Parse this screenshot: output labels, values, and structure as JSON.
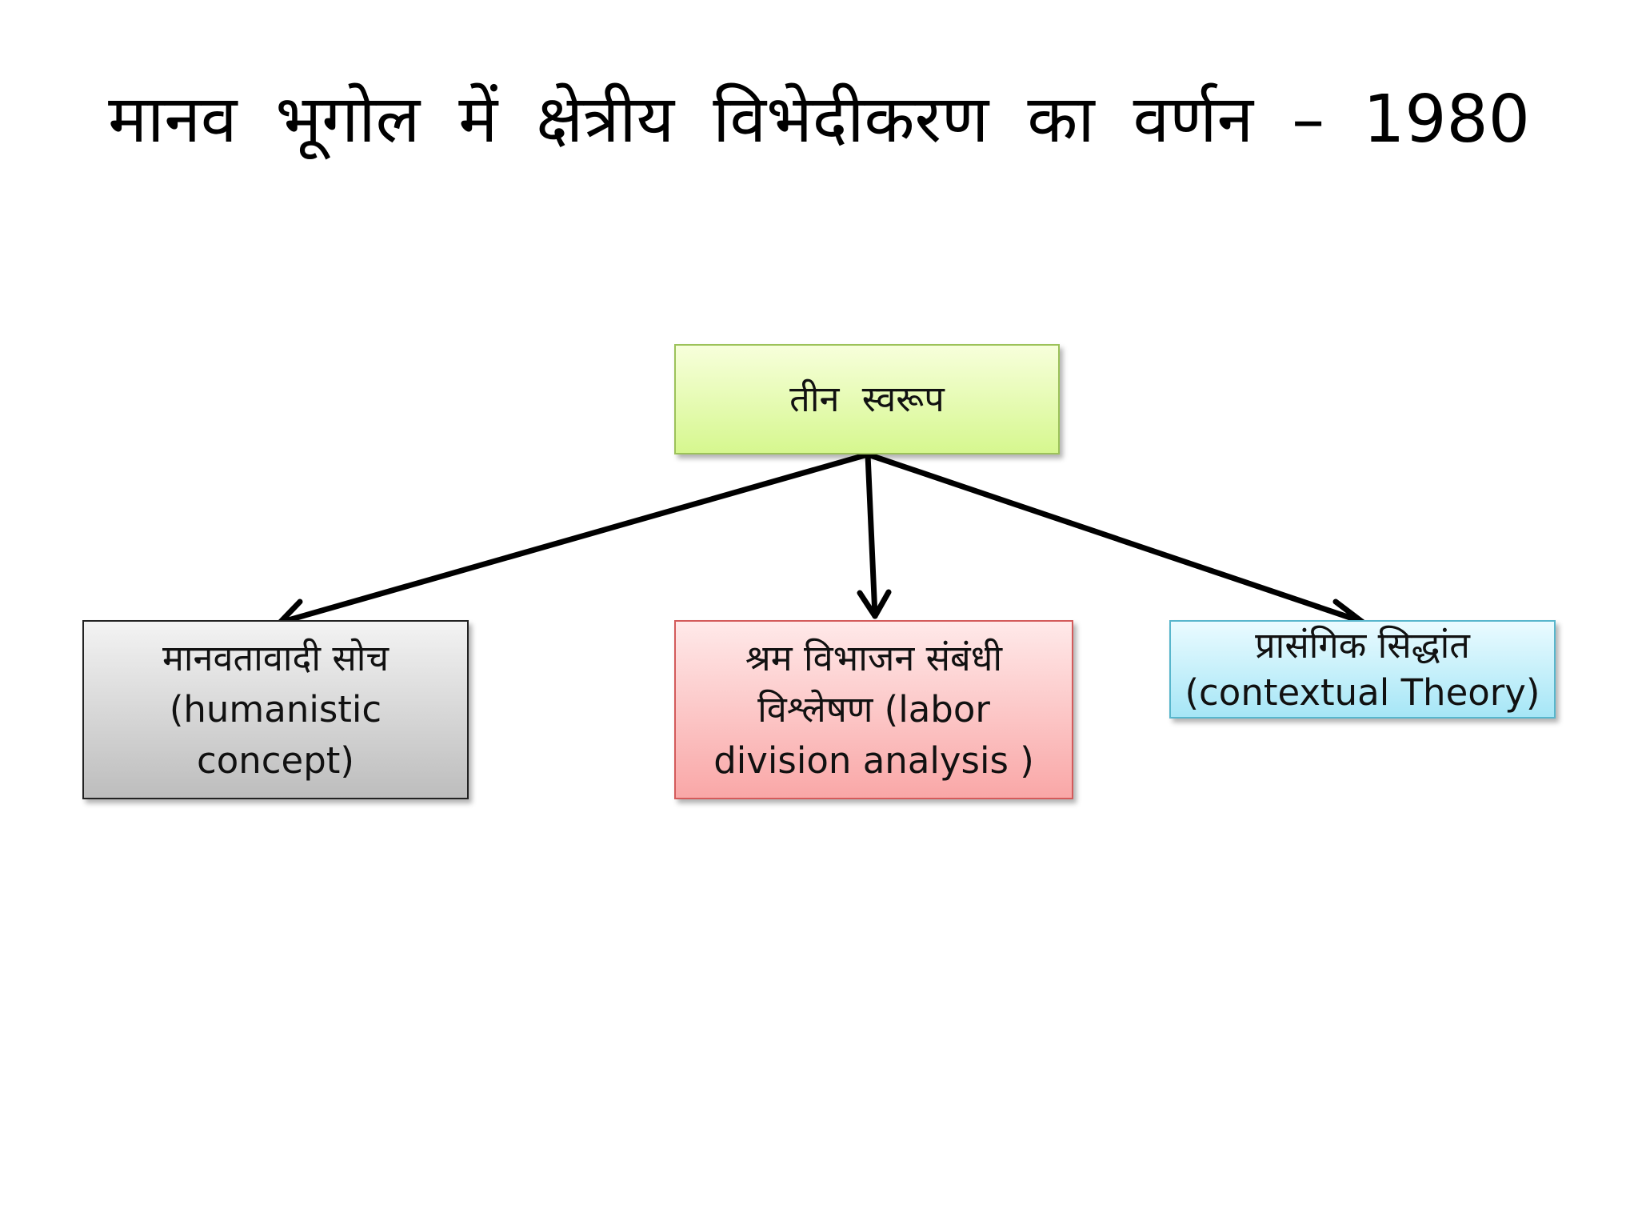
{
  "title": "मानव भूगोल में क्षेत्रीय विभेदीकरण का वर्णन – 1980",
  "root": {
    "label": "तीन स्वरूप"
  },
  "children": [
    {
      "line1": "मानवतावादी सोच",
      "line2": "(humanistic",
      "line3": "concept)"
    },
    {
      "line1": "श्रम विभाजन संबंधी",
      "line2": "विश्लेषण (labor",
      "line3": "division analysis )"
    },
    {
      "line1": "प्रासंगिक सिद्धांत",
      "line2": "(contextual Theory)"
    }
  ],
  "colors": {
    "root_fill": "#d6f78f",
    "left_fill": "#bdbdbd",
    "middle_fill": "#f9a7a7",
    "right_fill": "#a6e6f6",
    "arrow": "#000000"
  }
}
